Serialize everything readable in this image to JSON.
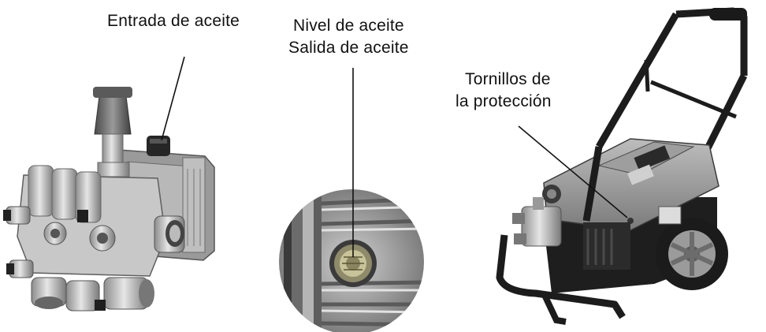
{
  "labels": {
    "oil_inlet": "Entrada de aceite",
    "oil_level": "Nivel de aceite",
    "oil_outlet": "Salida de aceite",
    "guard_screws_line1": "Tornillos de",
    "guard_screws_line2": "la protección"
  },
  "colors": {
    "metal_light": "#d9d9d9",
    "metal_mid": "#a8a8a8",
    "metal_dark": "#5a5a5a",
    "frame_black": "#1c1c1c",
    "body_gray": "#8f8f8f"
  }
}
